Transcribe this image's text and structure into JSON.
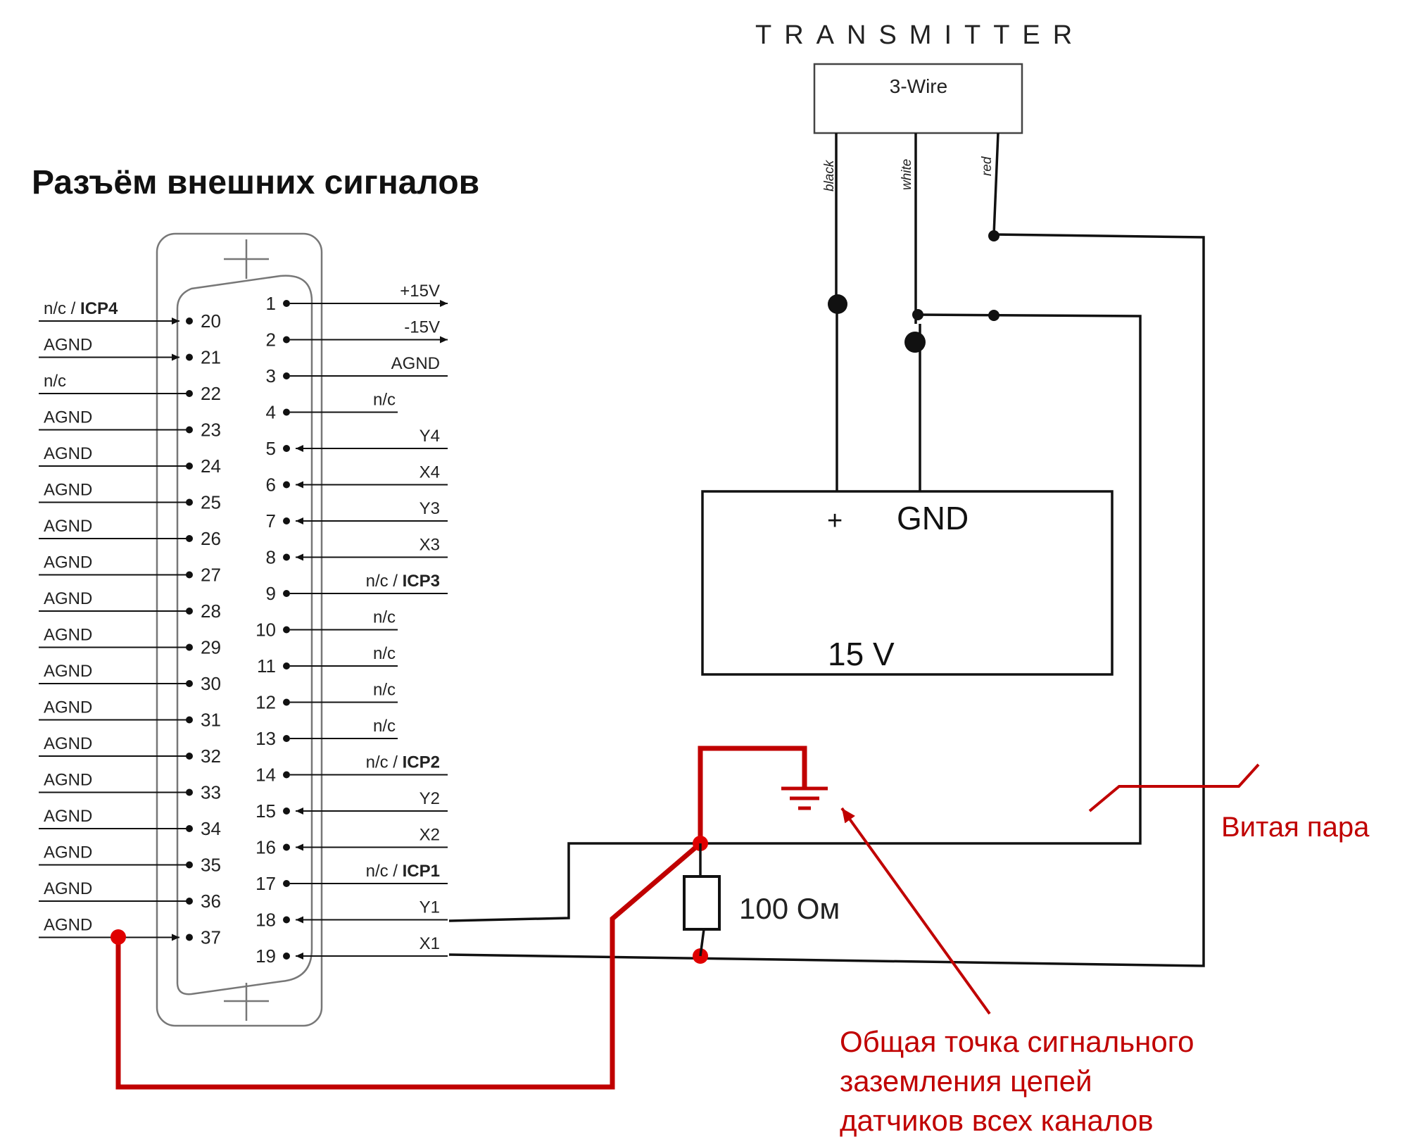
{
  "connector_title": "Разъём внешних сигналов",
  "transmitter": {
    "title": "TRANSMITTER",
    "box_label": "3-Wire",
    "wires": [
      "black",
      "white",
      "red"
    ]
  },
  "power_supply": {
    "plus": "+",
    "gnd": "GND",
    "voltage": "15 V"
  },
  "resistor_label": "100 Ом",
  "twisted_pair_label": "Витая пара",
  "ground_note": [
    "Общая точка сигнального",
    "заземления цепей",
    "датчиков всех каналов"
  ],
  "left_pins": [
    {
      "num": "20",
      "pre": "n/c / ",
      "bold": "ICP4",
      "arrow": true
    },
    {
      "num": "21",
      "pre": "AGND",
      "bold": "",
      "arrow": true
    },
    {
      "num": "22",
      "pre": "n/c",
      "bold": "",
      "arrow": false
    },
    {
      "num": "23",
      "pre": "AGND",
      "bold": "",
      "arrow": false
    },
    {
      "num": "24",
      "pre": "AGND",
      "bold": "",
      "arrow": false
    },
    {
      "num": "25",
      "pre": "AGND",
      "bold": "",
      "arrow": false
    },
    {
      "num": "26",
      "pre": "AGND",
      "bold": "",
      "arrow": false
    },
    {
      "num": "27",
      "pre": "AGND",
      "bold": "",
      "arrow": false
    },
    {
      "num": "28",
      "pre": "AGND",
      "bold": "",
      "arrow": false
    },
    {
      "num": "29",
      "pre": "AGND",
      "bold": "",
      "arrow": false
    },
    {
      "num": "30",
      "pre": "AGND",
      "bold": "",
      "arrow": false
    },
    {
      "num": "31",
      "pre": "AGND",
      "bold": "",
      "arrow": false
    },
    {
      "num": "32",
      "pre": "AGND",
      "bold": "",
      "arrow": false
    },
    {
      "num": "33",
      "pre": "AGND",
      "bold": "",
      "arrow": false
    },
    {
      "num": "34",
      "pre": "AGND",
      "bold": "",
      "arrow": false
    },
    {
      "num": "35",
      "pre": "AGND",
      "bold": "",
      "arrow": false
    },
    {
      "num": "36",
      "pre": "AGND",
      "bold": "",
      "arrow": false
    },
    {
      "num": "37",
      "pre": "AGND",
      "bold": "",
      "arrow": true
    }
  ],
  "right_pins": [
    {
      "num": "1",
      "pre": "+15V",
      "bold": "",
      "dir": "out"
    },
    {
      "num": "2",
      "pre": "-15V",
      "bold": "",
      "dir": "out"
    },
    {
      "num": "3",
      "pre": "AGND",
      "bold": "",
      "dir": "none"
    },
    {
      "num": "4",
      "pre": "n/c",
      "bold": "",
      "dir": "none"
    },
    {
      "num": "5",
      "pre": "Y4",
      "bold": "",
      "dir": "in"
    },
    {
      "num": "6",
      "pre": "X4",
      "bold": "",
      "dir": "in"
    },
    {
      "num": "7",
      "pre": "Y3",
      "bold": "",
      "dir": "in"
    },
    {
      "num": "8",
      "pre": "X3",
      "bold": "",
      "dir": "in"
    },
    {
      "num": "9",
      "pre": "n/c / ",
      "bold": "ICP3",
      "dir": "none"
    },
    {
      "num": "10",
      "pre": "n/c",
      "bold": "",
      "dir": "none"
    },
    {
      "num": "11",
      "pre": "n/c",
      "bold": "",
      "dir": "none"
    },
    {
      "num": "12",
      "pre": "n/c",
      "bold": "",
      "dir": "none"
    },
    {
      "num": "13",
      "pre": "n/c",
      "bold": "",
      "dir": "none"
    },
    {
      "num": "14",
      "pre": "n/c / ",
      "bold": "ICP2",
      "dir": "none"
    },
    {
      "num": "15",
      "pre": "Y2",
      "bold": "",
      "dir": "in"
    },
    {
      "num": "16",
      "pre": "X2",
      "bold": "",
      "dir": "in"
    },
    {
      "num": "17",
      "pre": "n/c / ",
      "bold": "ICP1",
      "dir": "none"
    },
    {
      "num": "18",
      "pre": "Y1",
      "bold": "",
      "dir": "in"
    },
    {
      "num": "19",
      "pre": "X1",
      "bold": "",
      "dir": "in"
    }
  ]
}
